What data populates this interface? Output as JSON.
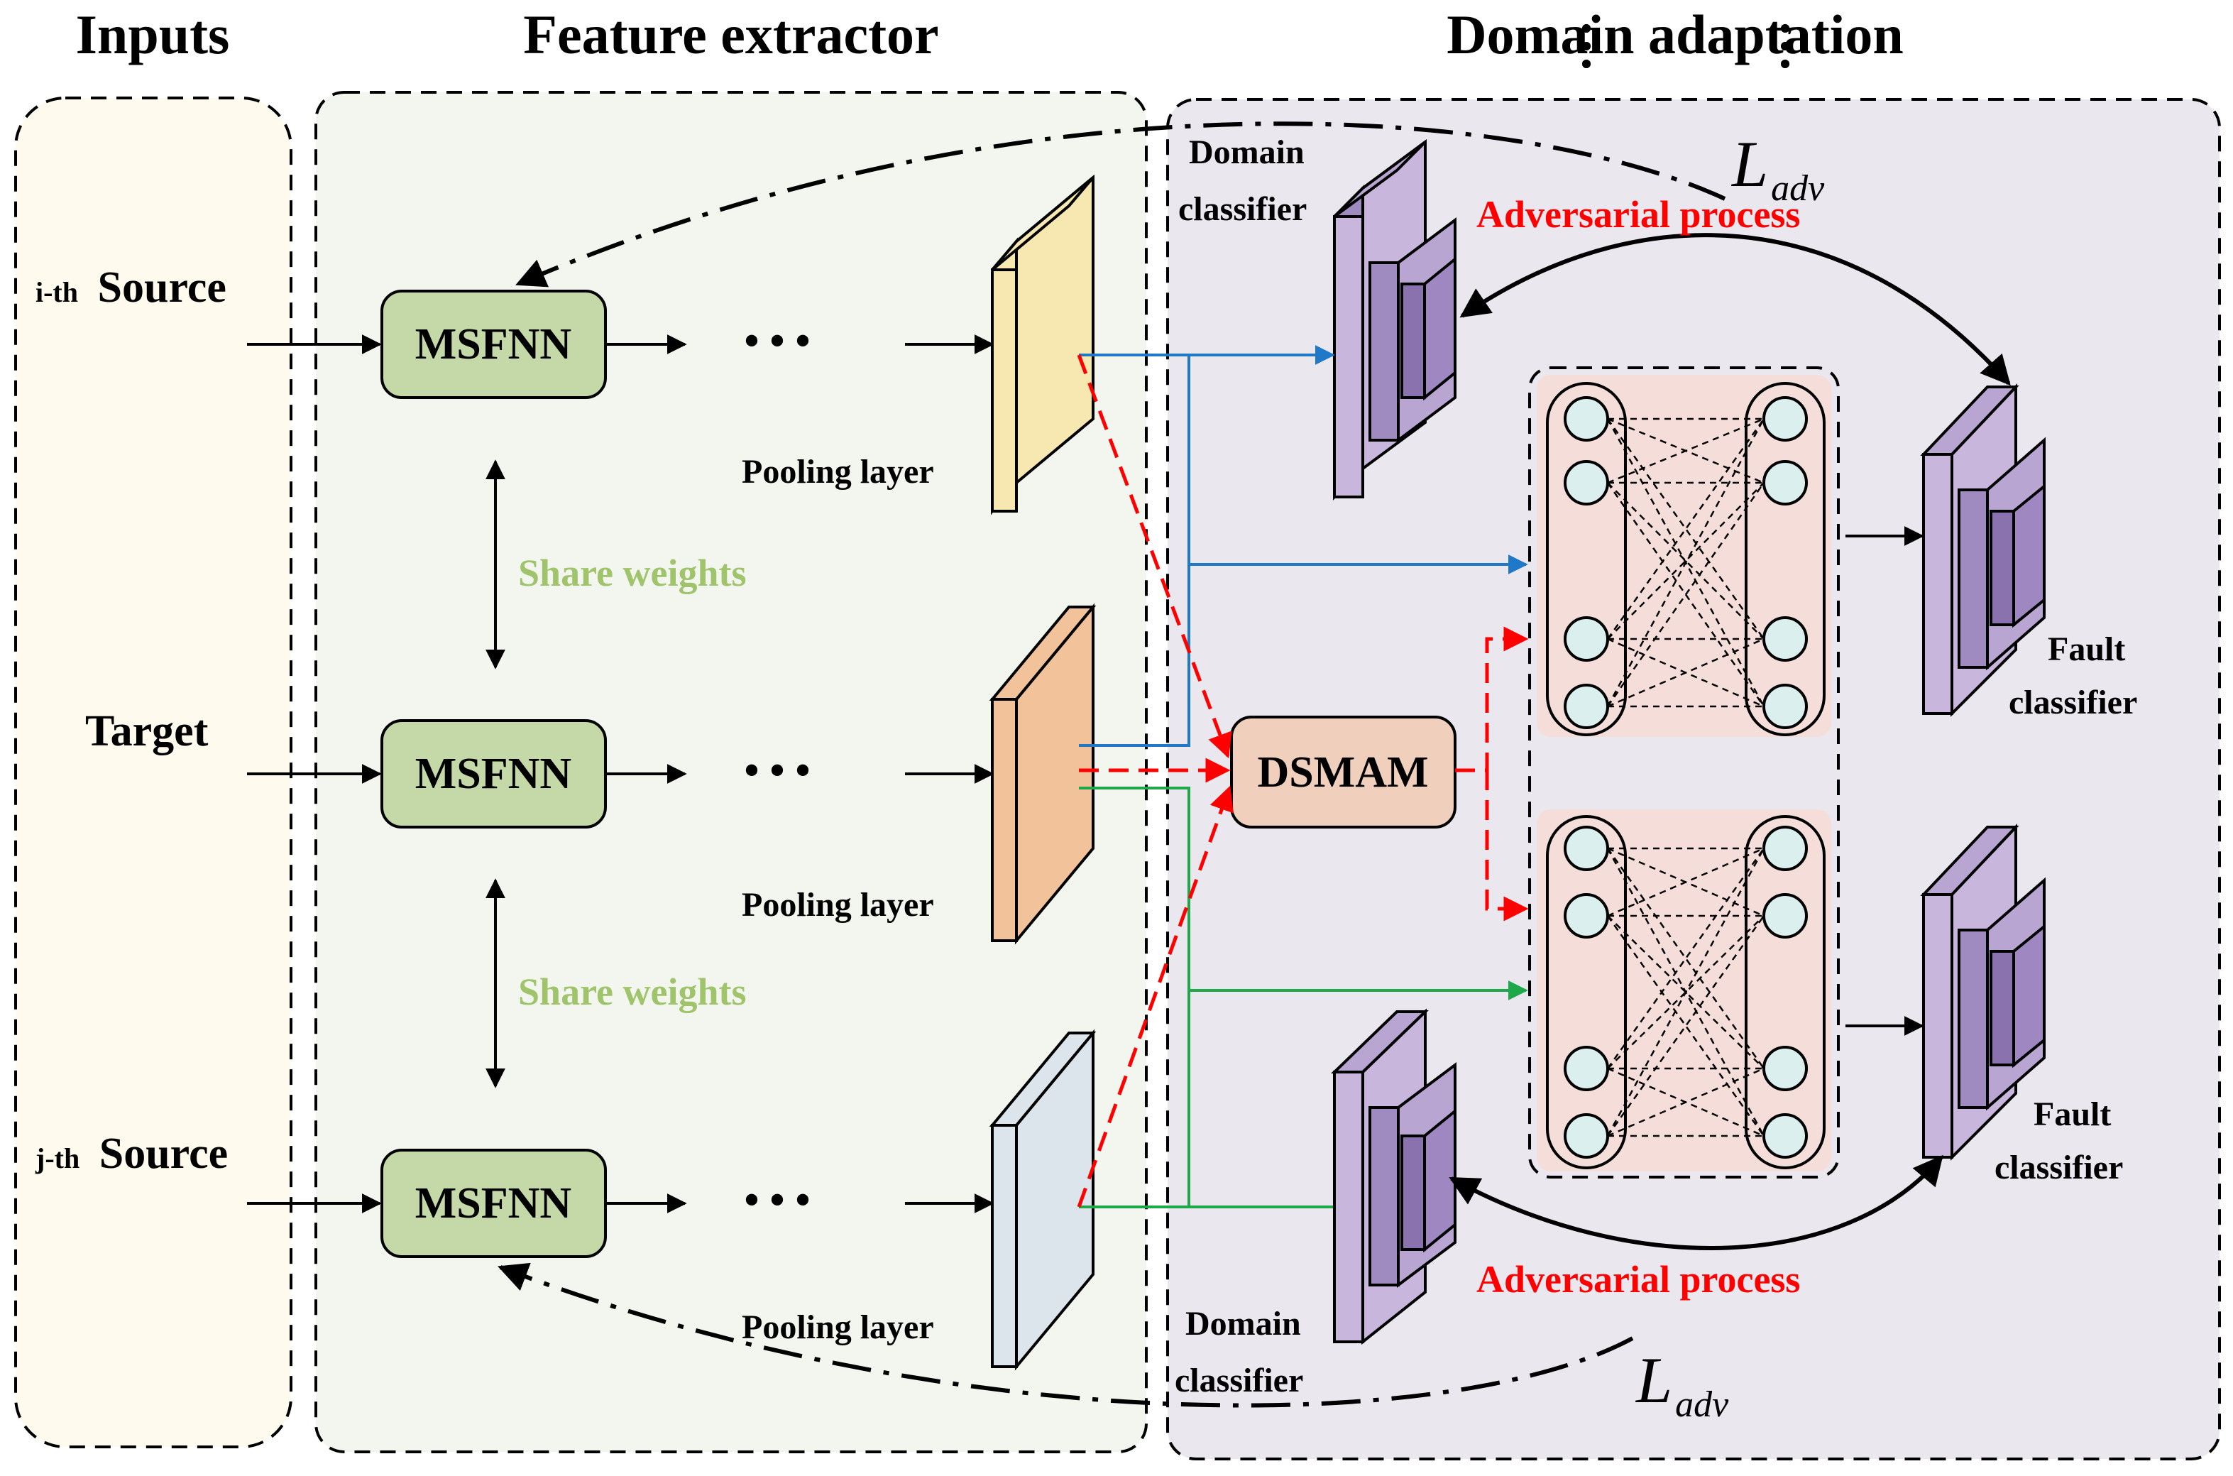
{
  "titles": {
    "inputs": "Inputs",
    "feature_extractor": "Feature extractor",
    "domain_adaptation": "Domain adaptation"
  },
  "inputs": {
    "source_i_prefix": "i-th",
    "source_i_word": "Source",
    "target": "Target",
    "source_j_prefix": "j-th",
    "source_j_word": "Source"
  },
  "feature_extractor": {
    "msfnn": "MSFNN",
    "ellipsis": "• • •",
    "pooling": "Pooling layer",
    "share_weights": "Share weights"
  },
  "domain_adaptation": {
    "domain_classifier_l1": "Domain",
    "domain_classifier_l2": "classifier",
    "adversarial": "Adversarial process",
    "loss_symbol": "L",
    "loss_subscript": "adv",
    "dsmam": "DSMAM",
    "fault_classifier_l1": "Fault",
    "fault_classifier_l2": "classifier"
  },
  "colors": {
    "inputs_bg": "#fefaee",
    "feature_bg": "#f3f6ee",
    "domain_bg": "#ebe7ef",
    "msfnn_fill": "#c5d9a8",
    "pool_top": "#f7e7b0",
    "pool_mid": "#f2c29a",
    "pool_bot": "#dce4ec",
    "dsmam_fill": "#f0cfbd",
    "classifier_purple": "#a08bc0",
    "arrow_blue": "#1f78c8",
    "arrow_green": "#1fa84a",
    "arrow_red": "#ff0000",
    "share_green": "#9fc46b"
  }
}
